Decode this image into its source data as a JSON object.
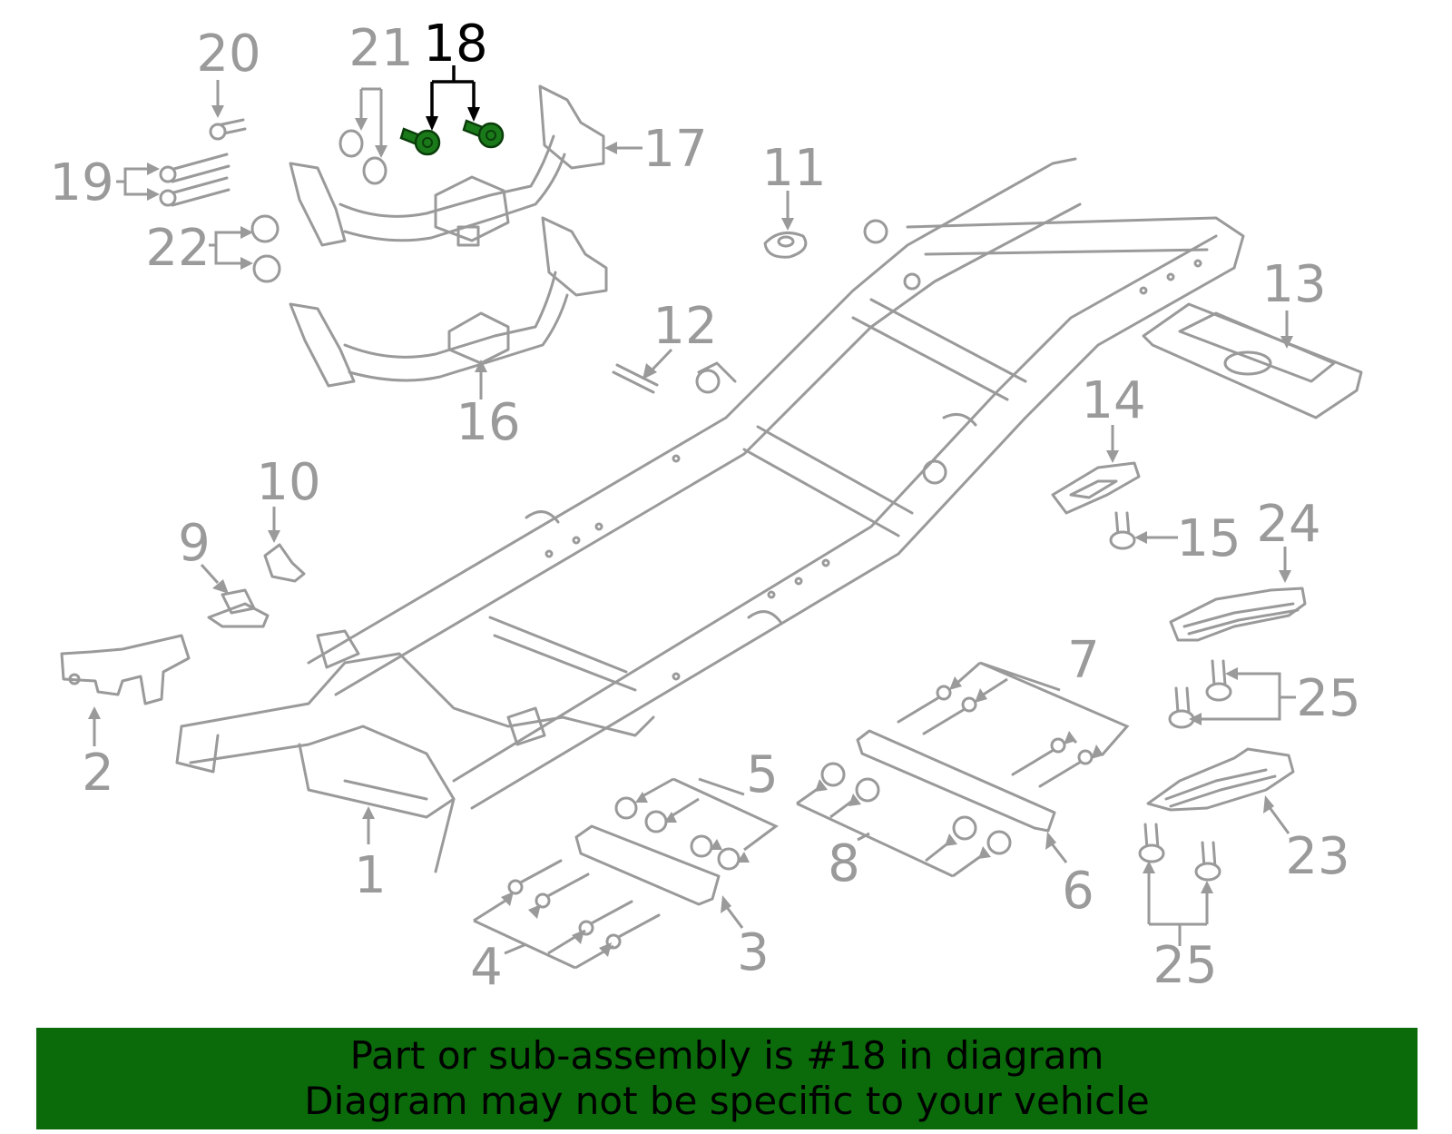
{
  "diagram": {
    "highlight": {
      "callout": "18",
      "color": "#1a7a1a"
    },
    "callouts": {
      "c1": "1",
      "c2": "2",
      "c3": "3",
      "c4": "4",
      "c5": "5",
      "c6": "6",
      "c7": "7",
      "c8": "8",
      "c9": "9",
      "c10": "10",
      "c11": "11",
      "c12": "12",
      "c13": "13",
      "c14": "14",
      "c15": "15",
      "c16": "16",
      "c17": "17",
      "c18": "18",
      "c19": "19",
      "c20": "20",
      "c21": "21",
      "c22": "22",
      "c23": "23",
      "c24": "24",
      "c25a": "25",
      "c25b": "25"
    }
  },
  "banner": {
    "line1": "Part or sub-assembly is #18 in diagram",
    "line2": "Diagram may not be specific to your vehicle",
    "background": "#0b6b0b"
  }
}
